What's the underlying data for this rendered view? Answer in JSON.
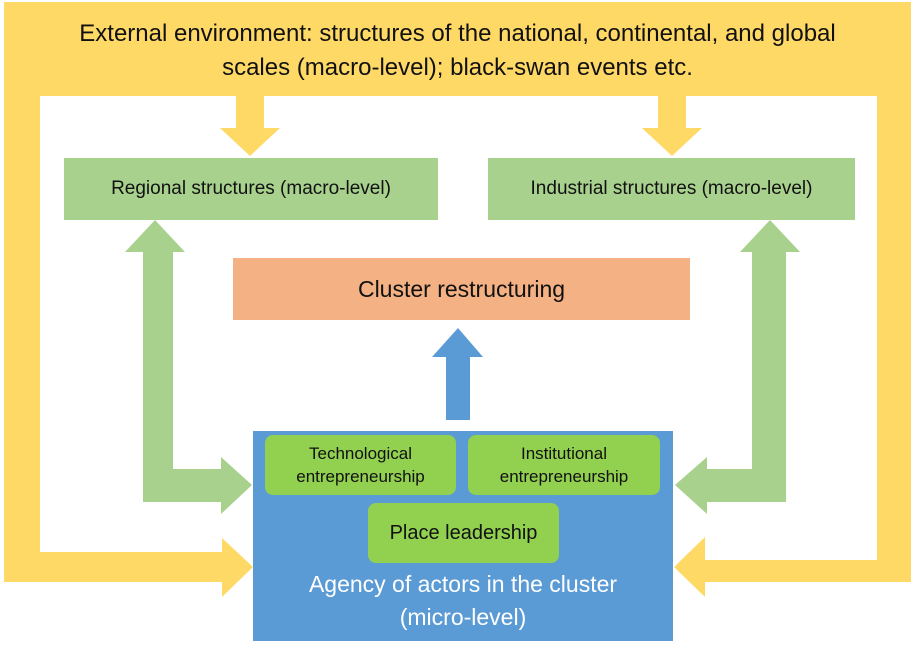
{
  "external": {
    "line1": "External environment: structures of the national, continental, and global",
    "line2": "scales (macro-level);  black-swan events etc."
  },
  "regional": {
    "label": "Regional structures (macro-level)"
  },
  "industrial": {
    "label": "Industrial structures (macro-level)"
  },
  "restructuring": {
    "label": "Cluster restructuring"
  },
  "agency": {
    "technological": {
      "line1": "Technological",
      "line2": "entrepreneurship"
    },
    "institutional": {
      "line1": "Institutional",
      "line2": "entrepreneurship"
    },
    "place_leadership": "Place leadership",
    "label_line1": "Agency of actors in the cluster",
    "label_line2": "(micro-level)"
  },
  "colors": {
    "external_frame": "#ffd966",
    "macro_boxes": "#a9d18e",
    "restructuring": "#f4b183",
    "agency": "#5b9bd5",
    "sub_boxes": "#92d050",
    "up_arrow": "#5b9bd5"
  }
}
